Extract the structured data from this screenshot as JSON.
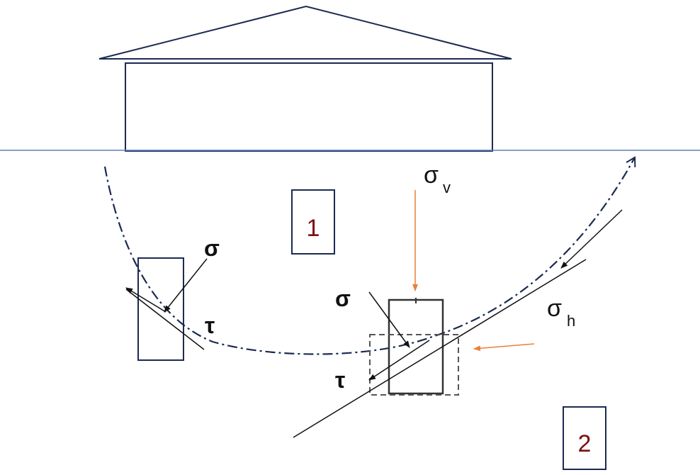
{
  "colors": {
    "building": "#1c2a52",
    "ground": "#5b7fc0",
    "slip": "#1c2a52",
    "load": "#e8803a",
    "ink": "#111111",
    "zone_text": "#7a1010"
  },
  "labels": {
    "sigma_v": "σ",
    "sigma_v_sub": "v",
    "sigma_h": "σ",
    "sigma_h_sub": "h",
    "sigma_left": "σ",
    "tau_left": "τ",
    "sigma_mid": "σ",
    "tau_mid": "τ"
  },
  "zones": {
    "zone1": "1",
    "zone2": "2"
  }
}
